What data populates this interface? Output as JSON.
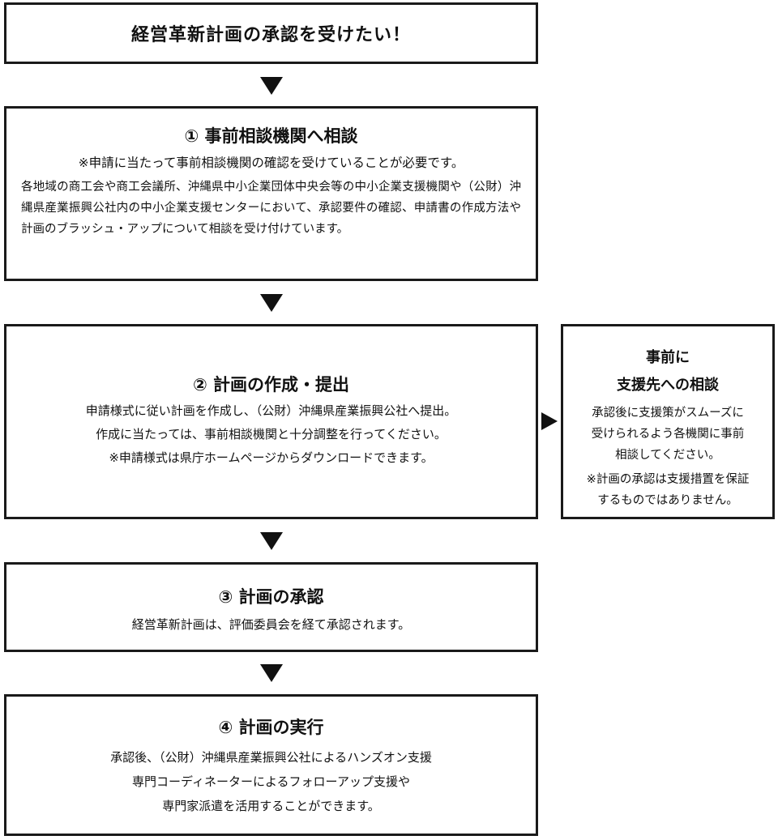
{
  "title": "経営革新計画の承認を受けたい！",
  "step1": {
    "title": "① 事前相談機関へ相談",
    "note": "※申請に当たって事前相談機関の確認を受けていることが必要です。",
    "body": "各地域の商工会や商工会議所、沖縄県中小企業団体中央会等の中小企業支援機関や（公財）沖縄県産業振興公社内の中小企業支援センターにおいて、承認要件の確認、申請書の作成方法や計画のブラッシュ・アップについて相談を受け付けています。"
  },
  "step2": {
    "title": "② 計画の作成・提出",
    "lines": [
      "申請様式に従い計画を作成し、（公財）沖縄県産業振興公社へ提出。",
      "作成に当たっては、事前相談機関と十分調整を行ってください。",
      "※申請様式は県庁ホームページからダウンロードできます。"
    ]
  },
  "side": {
    "title_lines": [
      "事前に",
      "支援先への相談"
    ],
    "body_lines": [
      "承認後に支援策がスムーズに",
      "受けられるよう各機関に事前",
      "相談してください。"
    ],
    "note_lines": [
      "※計画の承認は支援措置を保証",
      "するものではありません。"
    ]
  },
  "step3": {
    "title": "③ 計画の承認",
    "lines": [
      "経営革新計画は、評価委員会を経て承認されます。"
    ]
  },
  "step4": {
    "title": "④ 計画の実行",
    "lines": [
      "承認後、（公財）沖縄県産業振興公社によるハンズオン支援",
      "専門コーディネーターによるフォローアップ支援や",
      "専門家派遣を活用することができます。"
    ]
  }
}
